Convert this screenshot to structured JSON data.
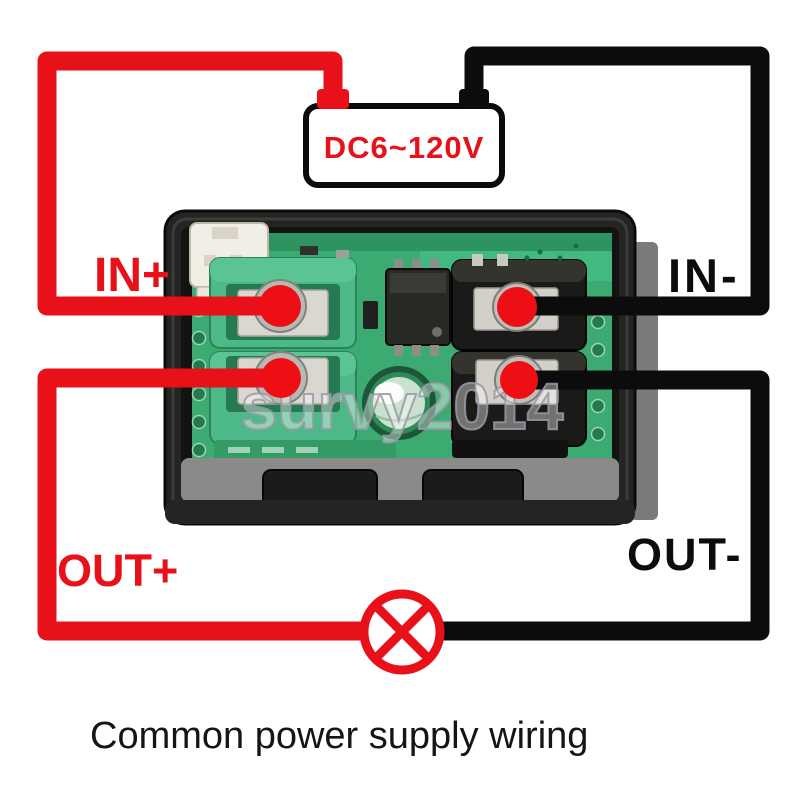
{
  "diagram": {
    "caption": "Common power supply wiring",
    "watermark": "survy2014",
    "power_source": {
      "label": "DC6~120V"
    },
    "labels": {
      "in_plus": "IN+",
      "in_minus": "IN-",
      "out_plus": "OUT+",
      "out_minus": "OUT-"
    },
    "colors": {
      "positive_wire": "#e8111a",
      "negative_wire": "#0c0c0c",
      "pcb_green": "#3cab71",
      "terminal_green": "#4eb988",
      "source_box_border": "#0a0a0a"
    }
  }
}
